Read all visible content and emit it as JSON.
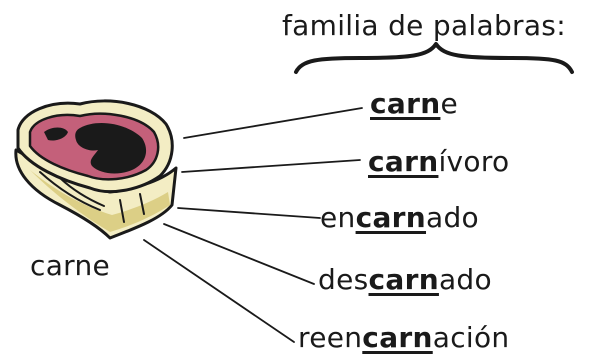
{
  "heading": "familia de palabras:",
  "meat_label": "carne",
  "words": [
    {
      "prefix": "",
      "root": "carn",
      "suffix": "e"
    },
    {
      "prefix": "",
      "root": "carn",
      "suffix": "ívoro"
    },
    {
      "prefix": "en",
      "root": "carn",
      "suffix": "ado"
    },
    {
      "prefix": "des",
      "root": "carn",
      "suffix": "ado"
    },
    {
      "prefix": "reen",
      "root": "carn",
      "suffix": "ación"
    }
  ],
  "colors": {
    "text": "#1a1a1a",
    "meat_red": "#c4607a",
    "meat_dark": "#1a1a1a",
    "fat": "#f3edc4",
    "fat_shadow": "#dccf86"
  }
}
